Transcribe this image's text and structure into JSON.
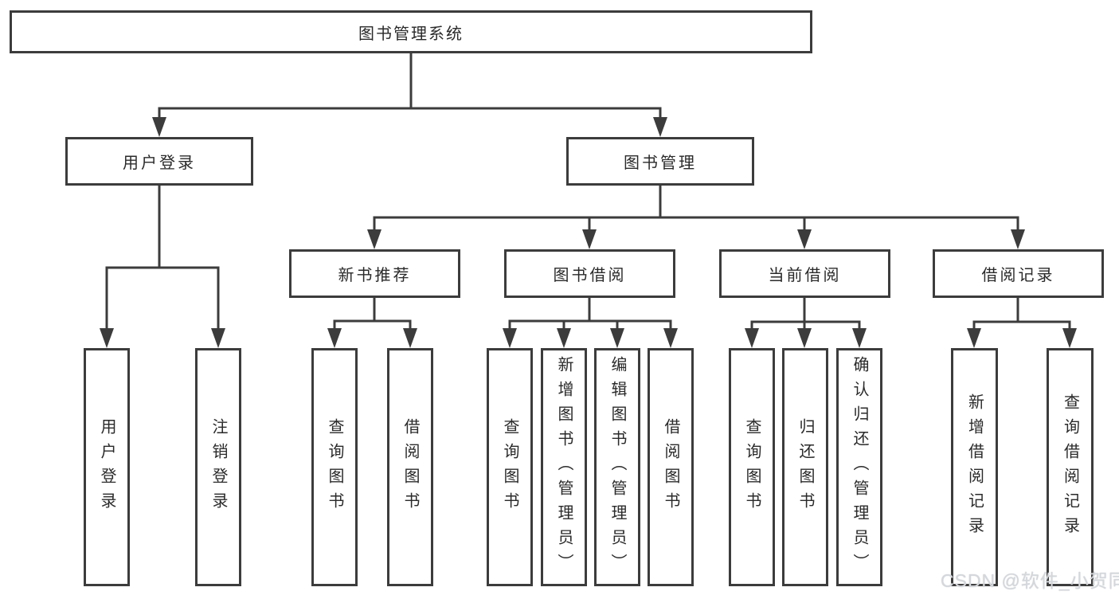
{
  "diagram": {
    "root": {
      "label": "图书管理系统"
    },
    "level2": [
      {
        "label": "用户登录"
      },
      {
        "label": "图书管理"
      }
    ],
    "level3": [
      {
        "label": "新书推荐"
      },
      {
        "label": "图书借阅"
      },
      {
        "label": "当前借阅"
      },
      {
        "label": "借阅记录"
      }
    ],
    "leaves": [
      {
        "label": "用户登录"
      },
      {
        "label": "注销登录"
      },
      {
        "label": "查询图书"
      },
      {
        "label": "借阅图书"
      },
      {
        "label": "查询图书"
      },
      {
        "label": "新增图书（管理员）"
      },
      {
        "label": "编辑图书（管理员）"
      },
      {
        "label": "借阅图书"
      },
      {
        "label": "查询图书"
      },
      {
        "label": "归还图书"
      },
      {
        "label": "确认归还（管理员）"
      },
      {
        "label": "新增借阅记录"
      },
      {
        "label": "查询借阅记录"
      }
    ],
    "watermark": "CSDN @软件_小贺同学",
    "colors": {
      "line": "#3c3c3c",
      "text": "#2a2a2a",
      "background": "#ffffff",
      "watermark": "#d4d7db"
    }
  }
}
